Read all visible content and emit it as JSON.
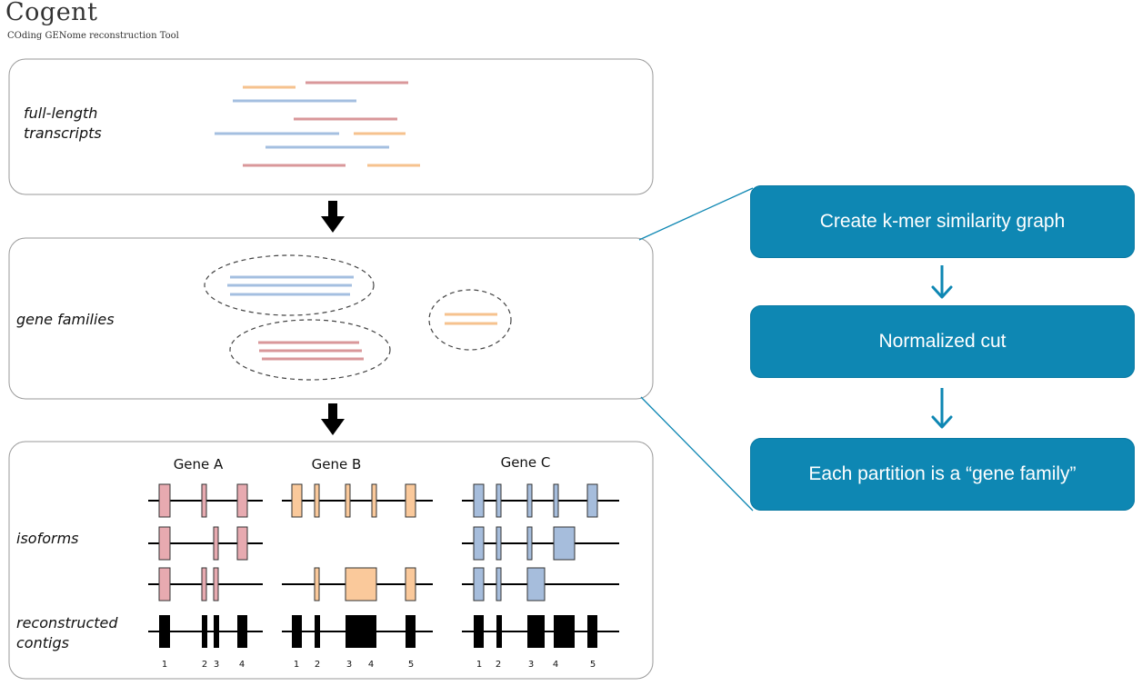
{
  "header": {
    "title": "Cogent",
    "subtitle": "COding GENome reconstruction Tool"
  },
  "panels": {
    "transcripts_label": "full-length\ntranscripts",
    "families_label": "gene families",
    "isoforms_label": "isoforms",
    "contigs_label": "reconstructed\ncontigs"
  },
  "genes": {
    "a": {
      "label": "Gene A",
      "exon_numbers": [
        "1",
        "2",
        "3",
        "4"
      ]
    },
    "b": {
      "label": "Gene B",
      "exon_numbers": [
        "1",
        "2",
        "3",
        "4",
        "5"
      ]
    },
    "c": {
      "label": "Gene C",
      "exon_numbers": [
        "1",
        "2",
        "3",
        "4",
        "5"
      ]
    }
  },
  "steps": [
    {
      "label": "Create k-mer similarity graph"
    },
    {
      "label": "Normalized cut"
    },
    {
      "label": "Each partition is a “gene family”"
    }
  ],
  "colors": {
    "blue": "#a4bfe0",
    "red": "#d9979a",
    "orange": "#f6c28e",
    "exon_red": "#e7aab0",
    "exon_orange": "#fac99b",
    "exon_blue": "#a6bddc",
    "accent": "#0e87b3"
  }
}
